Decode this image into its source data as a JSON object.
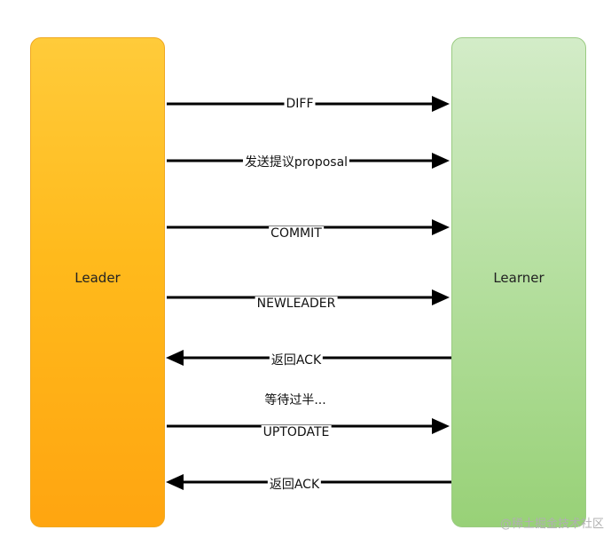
{
  "lanes": {
    "left": "Leader",
    "right": "Learner"
  },
  "messages": [
    {
      "label": "DIFF",
      "direction": "right"
    },
    {
      "label": "发送提议proposal",
      "direction": "right"
    },
    {
      "label": "COMMIT",
      "direction": "right"
    },
    {
      "label": "NEWLEADER",
      "direction": "right"
    },
    {
      "label": "返回ACK",
      "direction": "left"
    },
    {
      "label": "UPTODATE",
      "direction": "right"
    },
    {
      "label": "返回ACK",
      "direction": "left"
    }
  ],
  "note": "等待过半...",
  "watermark": "@稀土掘金技术社区",
  "colors": {
    "leader": "#ffb81c",
    "learner": "#b7e0a2",
    "arrow": "#000000"
  }
}
